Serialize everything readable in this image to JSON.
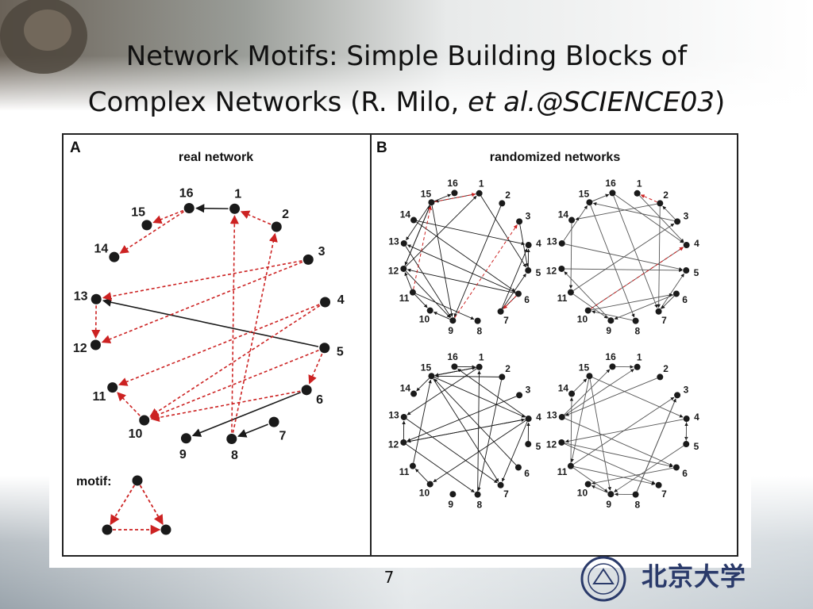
{
  "slide": {
    "title_line1": "Network Motifs: Simple Building Blocks of",
    "title_line2_prefix": "Complex Networks (R. Milo, ",
    "title_line2_italic": "et al.@SCIENCE03",
    "title_line2_suffix": ")",
    "page_number": "7",
    "logo_text": "北京大学"
  },
  "figure": {
    "panel_a_label": "A",
    "panel_a_title": "real network",
    "panel_b_label": "B",
    "panel_b_title": "randomized networks",
    "motif_label": "motif:",
    "node_labels": [
      "1",
      "2",
      "3",
      "4",
      "5",
      "6",
      "7",
      "8",
      "9",
      "10",
      "11",
      "12",
      "13",
      "14",
      "15",
      "16"
    ],
    "colors": {
      "motif_edge": "#cc2222",
      "plain_edge": "#1a1a1a",
      "node": "#1a1a1a"
    },
    "real_network": {
      "black_edges": [
        [
          5,
          13
        ],
        [
          6,
          9
        ],
        [
          7,
          8
        ],
        [
          1,
          16
        ]
      ],
      "red_edges": [
        [
          5,
          6
        ],
        [
          5,
          10
        ],
        [
          6,
          10
        ],
        [
          4,
          10
        ],
        [
          4,
          11
        ],
        [
          3,
          13
        ],
        [
          3,
          12
        ],
        [
          13,
          12
        ],
        [
          8,
          1
        ],
        [
          8,
          2
        ],
        [
          2,
          1
        ],
        [
          16,
          15
        ],
        [
          16,
          14
        ],
        [
          10,
          11
        ]
      ]
    },
    "motif_edges": [
      [
        0,
        1
      ],
      [
        1,
        2
      ],
      [
        0,
        2
      ]
    ]
  }
}
